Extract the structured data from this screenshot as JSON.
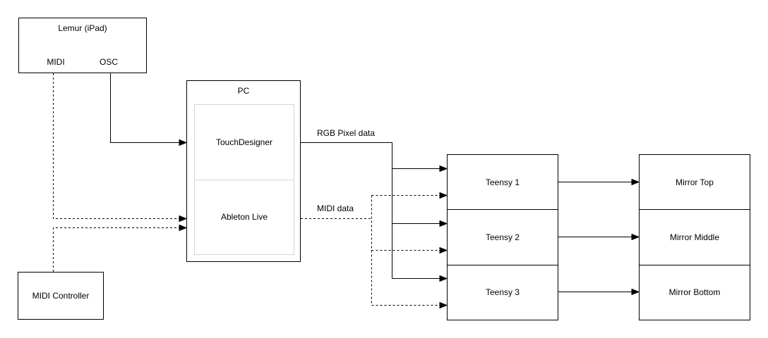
{
  "diagram": {
    "nodes": {
      "lemur": {
        "title": "Lemur (iPad)",
        "port_midi": "MIDI",
        "port_osc": "OSC"
      },
      "pc": {
        "title": "PC",
        "touchdesigner": "TouchDesigner",
        "ableton": "Ableton Live"
      },
      "midi_controller": {
        "label": "MIDI Controller"
      },
      "teensy": {
        "items": [
          {
            "label": "Teensy 1"
          },
          {
            "label": "Teensy 2"
          },
          {
            "label": "Teensy 3"
          }
        ]
      },
      "mirror": {
        "items": [
          {
            "label": "Mirror Top"
          },
          {
            "label": "Mirror Middle"
          },
          {
            "label": "Mirror Bottom"
          }
        ]
      }
    },
    "edge_labels": {
      "rgb": "RGB Pixel data",
      "midi": "MIDI data"
    },
    "colors": {
      "stroke": "#000000",
      "box_fill": "#ffffff",
      "inner_stroke": "#d5d5d5",
      "background": "#ffffff"
    },
    "line_styles": {
      "osc_rgb_path": "solid",
      "midi_path": "dashed"
    }
  }
}
